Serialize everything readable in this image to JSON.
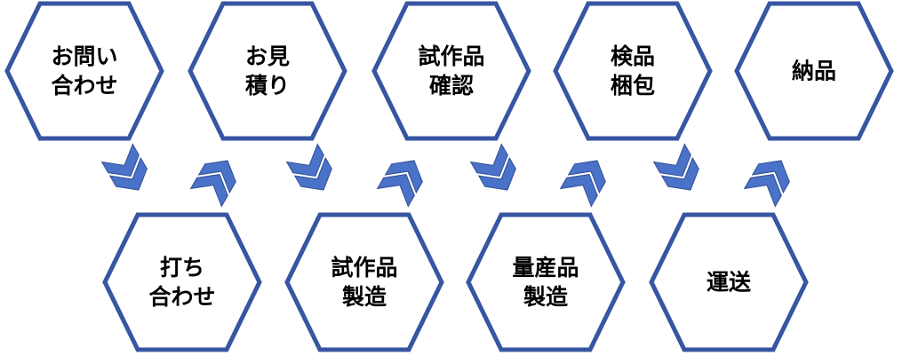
{
  "colors": {
    "hex_stroke": "#3756a2",
    "hex_fill": "#ffffff",
    "arrow_fill": "#4a72c8",
    "arrow_dark": "#2f4f96",
    "text": "#000000"
  },
  "steps": [
    {
      "lines": [
        "お問い",
        "合わせ"
      ]
    },
    {
      "lines": [
        "打ち",
        "合わせ"
      ]
    },
    {
      "lines": [
        "お見",
        "積り"
      ]
    },
    {
      "lines": [
        "試作品",
        "製造"
      ]
    },
    {
      "lines": [
        "試作品",
        "確認"
      ]
    },
    {
      "lines": [
        "量産品",
        "製造"
      ]
    },
    {
      "lines": [
        "検品",
        "梱包"
      ]
    },
    {
      "lines": [
        "運送"
      ]
    },
    {
      "lines": [
        "納品"
      ]
    }
  ],
  "arrows": [
    {
      "direction": "down"
    },
    {
      "direction": "up"
    },
    {
      "direction": "down"
    },
    {
      "direction": "up"
    },
    {
      "direction": "down"
    },
    {
      "direction": "up"
    },
    {
      "direction": "down"
    },
    {
      "direction": "up"
    }
  ]
}
